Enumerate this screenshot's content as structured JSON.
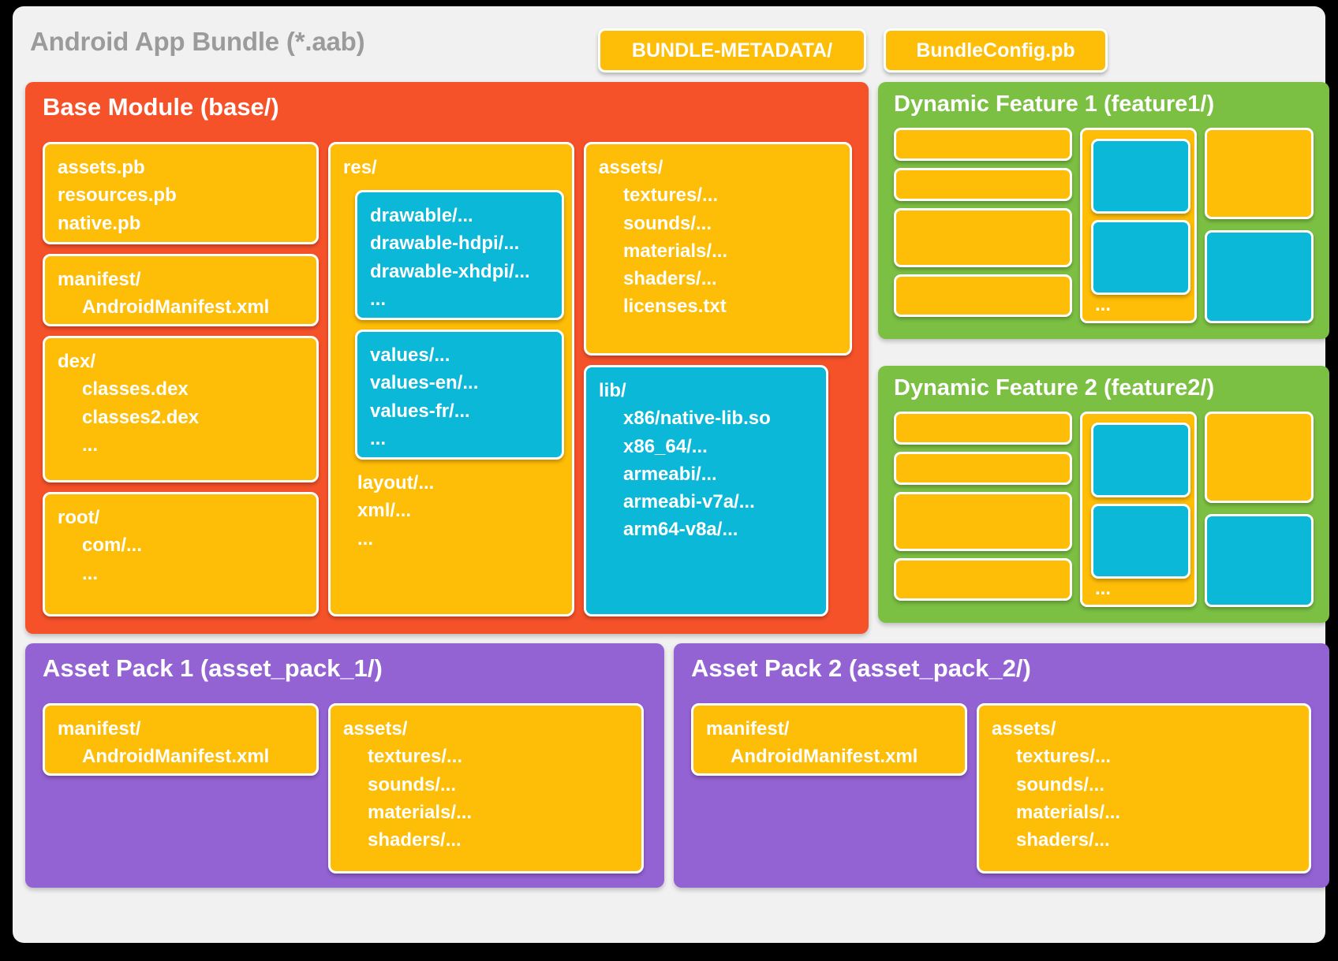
{
  "header": {
    "title": "Android App Bundle (*.aab)",
    "chips": [
      {
        "label": "BUNDLE-METADATA/"
      },
      {
        "label": "BundleConfig.pb"
      }
    ]
  },
  "base_module": {
    "title": "Base Module (base/)",
    "pb_box": {
      "lines": [
        "assets.pb",
        "resources.pb",
        "native.pb"
      ]
    },
    "manifest_box": {
      "root": "manifest/",
      "child": "AndroidManifest.xml"
    },
    "dex_box": {
      "root": "dex/",
      "children": [
        "classes.dex",
        "classes2.dex",
        "..."
      ]
    },
    "root_box": {
      "root": "root/",
      "children": [
        "com/...",
        "..."
      ]
    },
    "res_box": {
      "root": "res/",
      "drawable": [
        "drawable/...",
        "drawable-hdpi/...",
        "drawable-xhdpi/...",
        "..."
      ],
      "values": [
        "values/...",
        "values-en/...",
        "values-fr/...",
        "..."
      ],
      "tail": [
        "layout/...",
        "xml/...",
        "..."
      ]
    },
    "assets_box": {
      "root": "assets/",
      "children": [
        "textures/...",
        "sounds/...",
        "materials/...",
        "shaders/...",
        "licenses.txt"
      ]
    },
    "lib_box": {
      "root": "lib/",
      "children": [
        "x86/native-lib.so",
        "x86_64/...",
        "armeabi/...",
        "armeabi-v7a/...",
        "arm64-v8a/..."
      ]
    }
  },
  "dynamic_features": [
    {
      "title": "Dynamic Feature 1 (feature1/)",
      "ellipsis": "..."
    },
    {
      "title": "Dynamic Feature 2 (feature2/)",
      "ellipsis": "..."
    }
  ],
  "asset_packs": [
    {
      "title": "Asset Pack 1 (asset_pack_1/)",
      "manifest": {
        "root": "manifest/",
        "child": "AndroidManifest.xml"
      },
      "assets": {
        "root": "assets/",
        "children": [
          "textures/...",
          "sounds/...",
          "materials/...",
          "shaders/..."
        ]
      }
    },
    {
      "title": "Asset Pack 2 (asset_pack_2/)",
      "manifest": {
        "root": "manifest/",
        "child": "AndroidManifest.xml"
      },
      "assets": {
        "root": "assets/",
        "children": [
          "textures/...",
          "sounds/...",
          "materials/...",
          "shaders/..."
        ]
      }
    }
  ],
  "colors": {
    "page_background": "#000000",
    "card_background": "#f1f1f1",
    "base_module": "#f6522a",
    "dynamic_feature": "#7cc043",
    "asset_pack": "#9463d3",
    "file_box": "#febd06",
    "resource_box": "#0cb8d7",
    "title_text": "#9b9b9b"
  }
}
